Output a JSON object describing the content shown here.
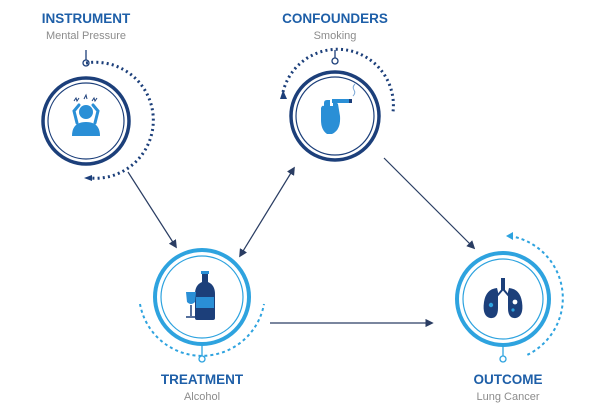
{
  "colors": {
    "navy": "#1c3f7a",
    "blue": "#1e5fa8",
    "light_blue": "#2ea3df",
    "caption_gray": "#8c8c8c",
    "arrow": "#2a3d63"
  },
  "nodes": {
    "instrument": {
      "title": "INSTRUMENT",
      "subtitle": "Mental Pressure",
      "icon": "stressed-person-icon"
    },
    "confounders": {
      "title": "CONFOUNDERS",
      "subtitle": "Smoking",
      "icon": "hand-cigarette-icon"
    },
    "treatment": {
      "title": "TREATMENT",
      "subtitle": "Alcohol",
      "icon": "wine-bottle-glass-icon"
    },
    "outcome": {
      "title": "OUTCOME",
      "subtitle": "Lung Cancer",
      "icon": "lungs-icon"
    }
  },
  "edges": [
    {
      "from": "instrument",
      "to": "treatment",
      "direction": "forward"
    },
    {
      "from": "confounders",
      "to": "treatment",
      "direction": "both"
    },
    {
      "from": "confounders",
      "to": "outcome",
      "direction": "forward"
    },
    {
      "from": "treatment",
      "to": "outcome",
      "direction": "forward"
    }
  ]
}
